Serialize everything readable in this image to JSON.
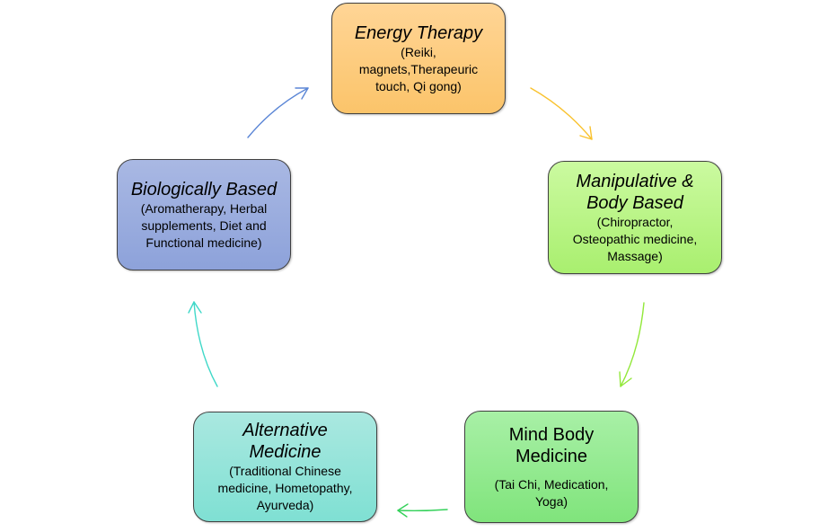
{
  "diagram": {
    "type": "cycle",
    "nodes": [
      {
        "id": "energy",
        "title": "Energy Therapy",
        "desc_lines": [
          "(Reiki,",
          "magnets,Therapeuric",
          "touch, Qi gong)"
        ],
        "color": "#fcc873"
      },
      {
        "id": "manipulative",
        "title_lines": [
          "Manipulative &",
          "Body Based"
        ],
        "desc_lines": [
          "(Chiropractor,",
          "Osteopathic medicine,",
          "Massage)"
        ],
        "color": "#b4f37d"
      },
      {
        "id": "mind-body",
        "title_lines": [
          "Mind Body",
          "Medicine"
        ],
        "desc_lines": [
          "(Tai Chi, Medication,",
          "Yoga)"
        ],
        "color": "#8ce888"
      },
      {
        "id": "alternative",
        "title_lines": [
          "Alternative",
          "Medicine"
        ],
        "desc_lines": [
          "(Traditional Chinese",
          "medicine, Hometopathy,",
          "Ayurveda)"
        ],
        "color": "#8fe4d9"
      },
      {
        "id": "biological",
        "title": "Biologically Based",
        "desc_lines": [
          "(Aromatherapy, Herbal",
          "supplements, Diet and",
          "Functional medicine)"
        ],
        "color": "#98aade"
      }
    ],
    "arrows": [
      {
        "from": "energy",
        "to": "manipulative",
        "color": "#f9c22e"
      },
      {
        "from": "manipulative",
        "to": "mind-body",
        "color": "#92e83a"
      },
      {
        "from": "mind-body",
        "to": "alternative",
        "color": "#34d15a"
      },
      {
        "from": "alternative",
        "to": "biological",
        "color": "#3fd8c8"
      },
      {
        "from": "biological",
        "to": "energy",
        "color": "#5b86d6"
      }
    ]
  }
}
